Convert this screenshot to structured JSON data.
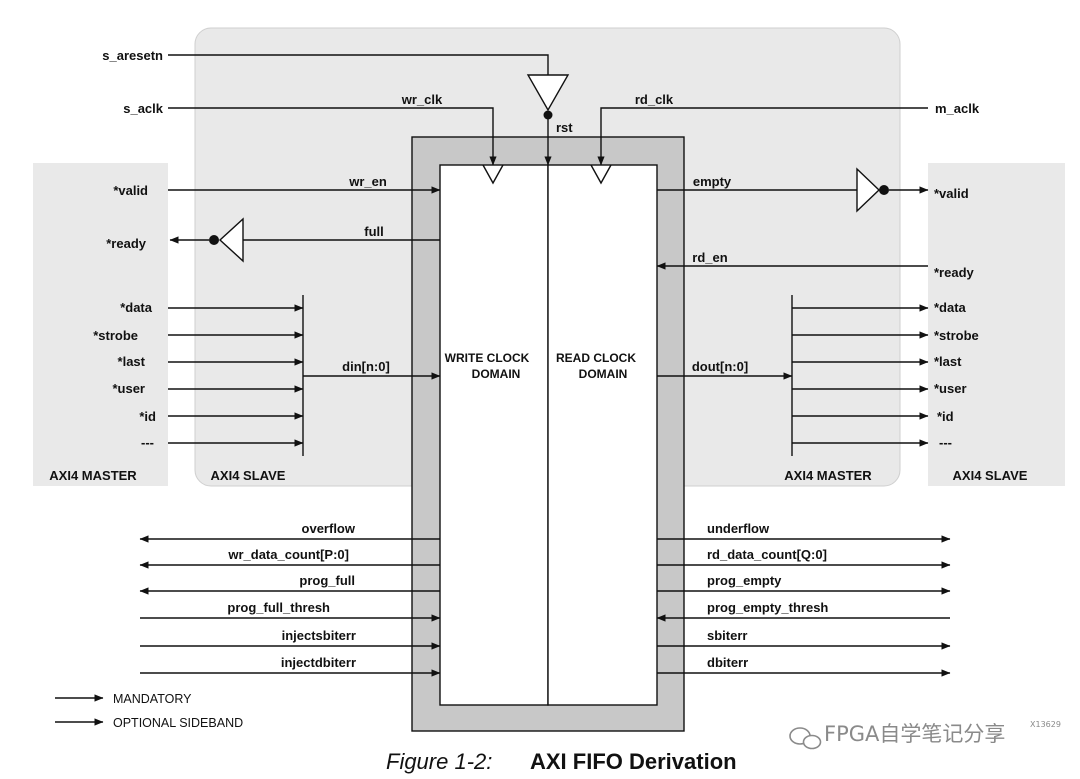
{
  "labels": {
    "s_aresetn": "s_aresetn",
    "s_aclk": "s_aclk",
    "wr_clk": "wr_clk",
    "rst": "rst",
    "rd_clk": "rd_clk",
    "m_aclk": "m_aclk",
    "wr_en": "wr_en",
    "full": "full",
    "empty": "empty",
    "rd_en": "rd_en",
    "din": "din[n:0]",
    "dout": "dout[n:0]",
    "write_domain_1": "WRITE CLOCK",
    "write_domain_2": "DOMAIN",
    "read_domain_1": "READ CLOCK",
    "read_domain_2": "DOMAIN"
  },
  "left_master": {
    "title": "AXI4 MASTER",
    "valid": "*valid",
    "ready": "*ready",
    "signals": [
      "*data",
      "*strobe",
      "*last",
      "*user",
      "*id",
      "---"
    ]
  },
  "left_slave": {
    "title": "AXI4 SLAVE"
  },
  "right_master": {
    "title": "AXI4 MASTER"
  },
  "right_slave": {
    "title": "AXI4 SLAVE",
    "valid": "*valid",
    "ready": "*ready",
    "signals": [
      "*data",
      "*strobe",
      "*last",
      "*user",
      "*id",
      "---"
    ]
  },
  "sideband_left": [
    "overflow",
    "wr_data_count[P:0]",
    "prog_full",
    "prog_full_thresh",
    "injectsbiterr",
    "injectdbiterr"
  ],
  "sideband_right": [
    "underflow",
    "rd_data_count[Q:0]",
    "prog_empty",
    "prog_empty_thresh",
    "sbiterr",
    "dbiterr"
  ],
  "legend": {
    "mandatory": "MANDATORY",
    "optional": "OPTIONAL SIDEBAND"
  },
  "caption": {
    "number": "Figure 1-2:",
    "title": "AXI FIFO Derivation"
  },
  "watermark": {
    "text": "FPGA自学笔记分享",
    "code": "X13629"
  },
  "colors": {
    "panel": "#e9e9e9",
    "fifo_frame": "#c8c8c8",
    "line": "#111111"
  }
}
